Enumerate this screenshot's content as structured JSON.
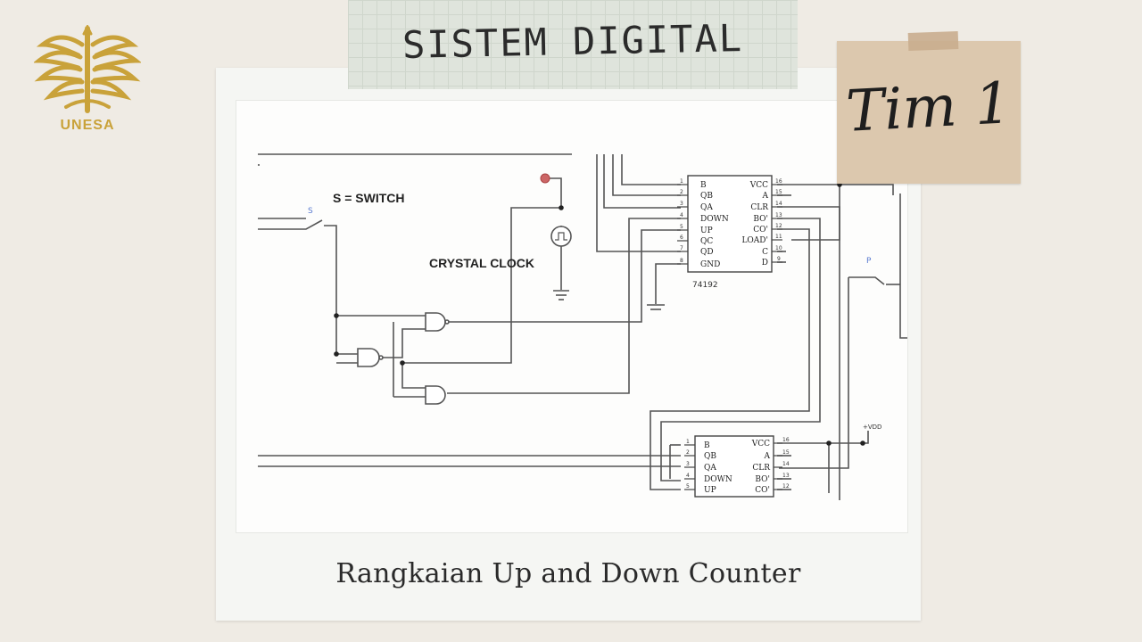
{
  "header": {
    "title": "SISTEM DIGITAL"
  },
  "logo": {
    "name": "UNESA",
    "icon": "garuda-wings-icon",
    "color": "#c9a23a"
  },
  "note": {
    "text": "Tim 1"
  },
  "diagram": {
    "caption": "Rangkaian Up and Down Counter",
    "labels": {
      "switch_legend": "S = SWITCH",
      "crystal_clock": "CRYSTAL CLOCK",
      "chip_name": "74192",
      "vdd": "+VDD",
      "switch_s": "S",
      "switch_p": "P"
    },
    "chip1": {
      "left_pins": [
        "B",
        "QB",
        "QA",
        "DOWN",
        "UP",
        "QC",
        "QD",
        "GND"
      ],
      "left_numbers": [
        "1",
        "2",
        "3",
        "4",
        "5",
        "6",
        "7",
        "8"
      ],
      "right_pins": [
        "VCC",
        "A",
        "CLR",
        "BO'",
        "CO'",
        "LOAD'",
        "C",
        "D"
      ],
      "right_numbers": [
        "16",
        "15",
        "14",
        "13",
        "12",
        "11",
        "10",
        "9"
      ]
    },
    "chip2": {
      "left_pins": [
        "B",
        "QB",
        "QA",
        "DOWN",
        "UP"
      ],
      "left_numbers": [
        "1",
        "2",
        "3",
        "4",
        "5"
      ],
      "right_pins": [
        "VCC",
        "A",
        "CLR",
        "BO'",
        "CO'"
      ],
      "right_numbers": [
        "16",
        "15",
        "14",
        "13",
        "12"
      ]
    }
  }
}
